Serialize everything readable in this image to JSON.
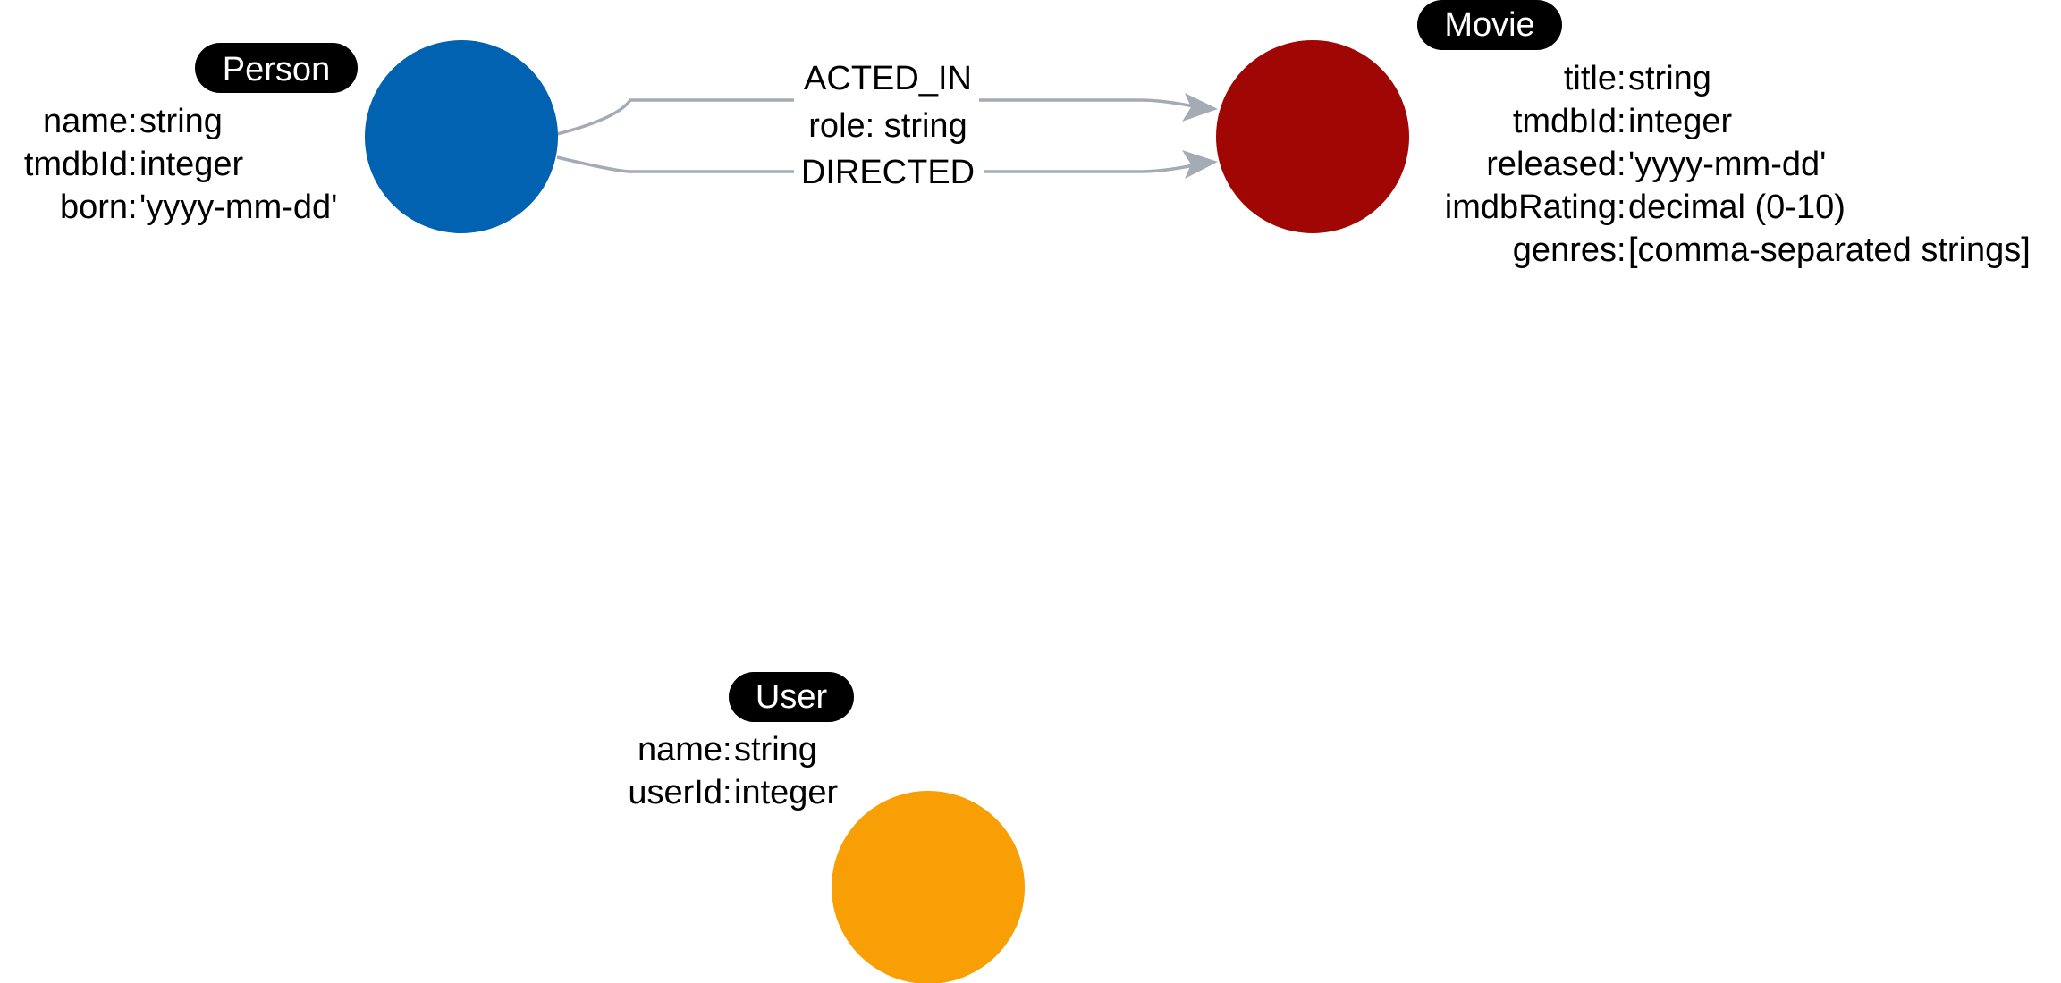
{
  "colors": {
    "person": "#0062b0",
    "movie": "#a00604",
    "user": "#f89f05",
    "edge": "#a4abb5",
    "label_bg": "#000000",
    "label_text": "#ffffff"
  },
  "nodes": {
    "person": {
      "label": "Person",
      "properties": [
        {
          "key": "name",
          "type": "string"
        },
        {
          "key": "tmdbId",
          "type": "integer"
        },
        {
          "key": "born",
          "type": "'yyyy-mm-dd'"
        }
      ]
    },
    "movie": {
      "label": "Movie",
      "properties": [
        {
          "key": "title",
          "type": "string"
        },
        {
          "key": "tmdbId",
          "type": "integer"
        },
        {
          "key": "released",
          "type": "'yyyy-mm-dd'"
        },
        {
          "key": "imdbRating",
          "type": "decimal (0-10)"
        },
        {
          "key": "genres",
          "type": "[comma-separated strings]"
        }
      ]
    },
    "user": {
      "label": "User",
      "properties": [
        {
          "key": "name",
          "type": "string"
        },
        {
          "key": "userId",
          "type": "integer"
        }
      ]
    }
  },
  "relationships": {
    "acted_in": {
      "type": "ACTED_IN",
      "properties": [
        {
          "key": "role",
          "type": "string"
        }
      ]
    },
    "directed": {
      "type": "DIRECTED",
      "properties": []
    }
  }
}
